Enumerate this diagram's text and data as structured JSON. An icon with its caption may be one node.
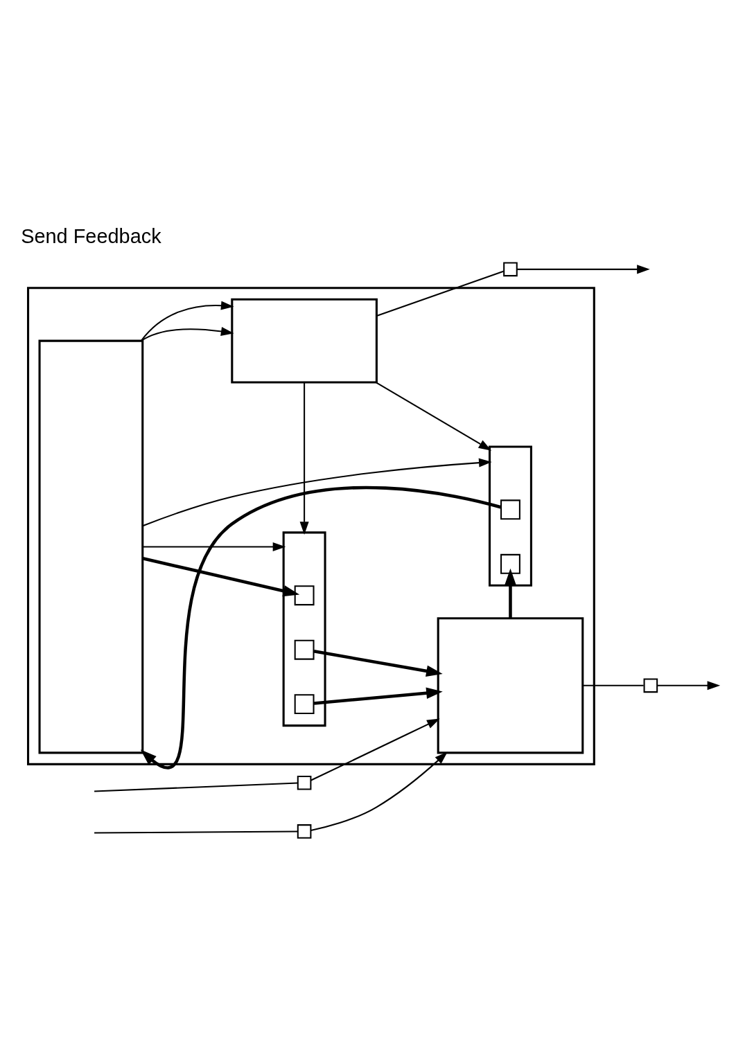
{
  "diagram": {
    "nodes": [
      {
        "text": [],
        "shape": "box"
      },
      {
        "text": [],
        "shape": "box",
        "in": 0
      },
      {
        "text": [],
        "shape": "box",
        "in": 0
      },
      {
        "text": [],
        "shape": "box",
        "in": 0
      },
      {
        "text": [],
        "shape": "box",
        "in": 0
      },
      {
        "text": [],
        "shape": "box",
        "in": 0
      },
      {
        "text": [],
        "shape": "box",
        "in": 3
      },
      {
        "text": [],
        "shape": "box",
        "in": 3
      },
      {
        "text": [],
        "shape": "box",
        "in": 5
      },
      {
        "text": [],
        "shape": "box",
        "in": 5
      },
      {
        "text": [],
        "shape": "box",
        "in": 5
      },
      {
        "text": [],
        "shape": "box"
      },
      {
        "text": [],
        "shape": "box"
      },
      {
        "text": [],
        "shape": "box"
      },
      {
        "text": [],
        "shape": "box"
      }
    ],
    "edges": [
      {
        "from": 1,
        "to": 2,
        "arrow": "to"
      },
      {
        "from": 1,
        "to": 2,
        "arrow": "to"
      },
      {
        "from": 1,
        "to": 3,
        "arrow": "to"
      },
      {
        "from": 1,
        "to": 5,
        "arrow": "to"
      },
      {
        "from": 2,
        "to": 3,
        "arrow": "to"
      },
      {
        "from": 2,
        "to": 5,
        "arrow": "to"
      },
      {
        "from": 6,
        "to": 1,
        "arrow": "to",
        "style": "thick"
      },
      {
        "from": 4,
        "to": 7,
        "arrow": "to",
        "style": "thick"
      },
      {
        "from": 1,
        "to": 8,
        "arrow": "to",
        "style": "thick"
      },
      {
        "from": 9,
        "to": 4,
        "arrow": "to",
        "style": "thick"
      },
      {
        "from": 10,
        "to": 4,
        "arrow": "to",
        "style": "thick"
      },
      {
        "from": 2,
        "to": 11,
        "arrow": "none"
      },
      {
        "from": 11,
        "to": null,
        "arrow": "to"
      },
      {
        "from": null,
        "to": 12,
        "arrow": "none"
      },
      {
        "from": 12,
        "to": 4,
        "arrow": "to"
      },
      {
        "from": null,
        "to": 13,
        "arrow": "none"
      },
      {
        "from": 13,
        "to": 4,
        "arrow": "to"
      },
      {
        "from": 4,
        "to": 14,
        "arrow": "none"
      },
      {
        "from": 14,
        "to": null,
        "arrow": "to"
      }
    ],
    "labels": [
      "Send Feedback"
    ]
  }
}
